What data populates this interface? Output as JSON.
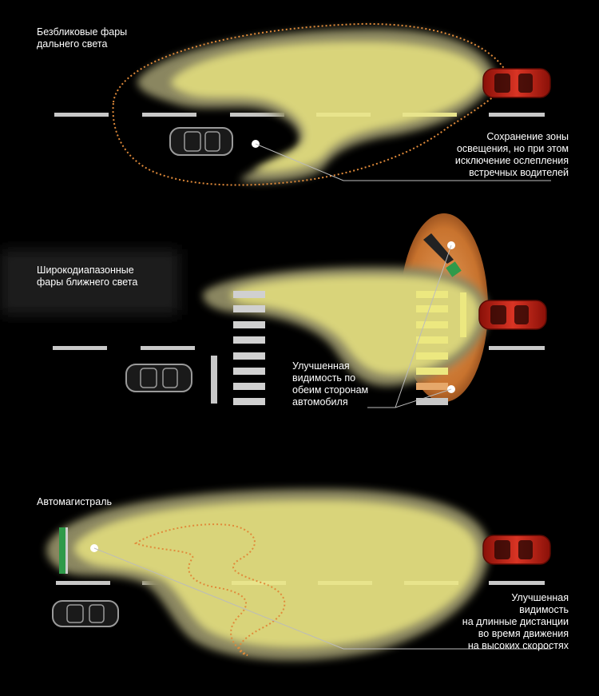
{
  "panels": [
    {
      "title_lines": [
        "Безбликовые фары",
        "дальнего света"
      ],
      "callout_lines": [
        "Сохранение зоны",
        "освещения, но при этом",
        "исключение ослепления",
        "встречных водителей"
      ]
    },
    {
      "title_lines": [
        "Широкодиапазонные",
        "фары ближнего света"
      ],
      "callout_lines": [
        "Улучшенная",
        "видимость по",
        "обеим сторонам",
        "автомобиля"
      ]
    },
    {
      "title_lines": [
        "Автомагистраль"
      ],
      "callout_lines": [
        "Улучшенная",
        "видимость",
        "на длинные дистанции",
        "во время движения",
        "на высоких скоростях"
      ]
    }
  ],
  "colors": {
    "background": "#000000",
    "beam": "#d9d47a",
    "beam_edge": "#8a8660",
    "pedestrian_zone": "#c8732e",
    "oncoming_car": "#c0281c",
    "own_car": "#9a9a9a",
    "road_marking": "#c8c8c8",
    "sign": "#2f9a4a",
    "dotted_outline": "#e08a3a"
  },
  "icons": [
    "own-car-icon",
    "oncoming-car-icon",
    "pedestrian-icon",
    "road-sign-icon"
  ]
}
